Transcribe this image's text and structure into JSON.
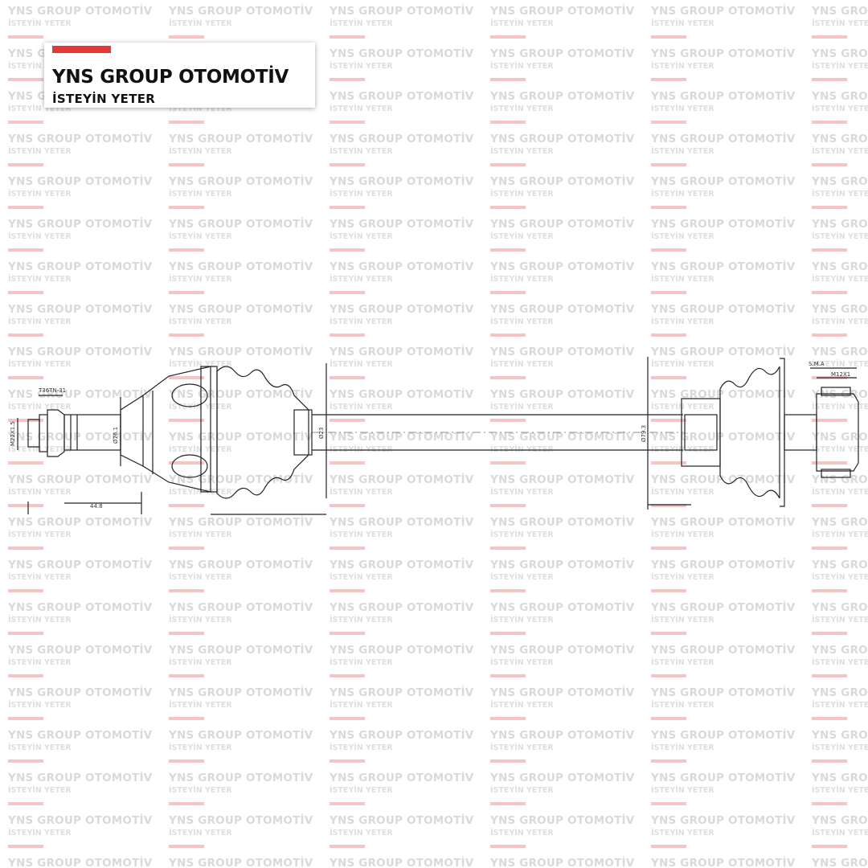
{
  "brand": {
    "title": "YNS GROUP OTOMOTİV",
    "subtitle": "İSTEYİN YETER",
    "accent_color": "#e53935",
    "text_color": "#111111"
  },
  "watermark": {
    "title": "YNS GROUP OTOMOTİV",
    "subtitle": "İSTEYİN YETER"
  },
  "drawing": {
    "subject": "drive-shaft-technical-drawing",
    "line_color": "#222222",
    "labels": {
      "spline_left": "T36TN-31",
      "dim_left_bottom": "44.8",
      "dim_right_top_1": "S.M.A",
      "dim_right_top_2": "M12X1",
      "dim_left_vertical": "M22X1.5",
      "dim_cv_vertical": "Ø76.1",
      "dim_shaft_vertical": "Ø23",
      "dim_right_vertical": "Ø79.3"
    }
  }
}
